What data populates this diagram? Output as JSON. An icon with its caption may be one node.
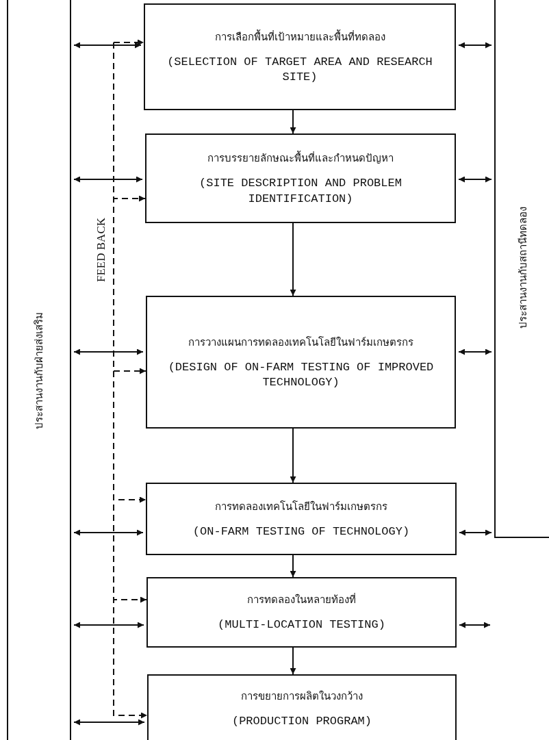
{
  "diagram": {
    "nodes": [
      {
        "text": [
          "ประสานงานกับฝ่ายส่งเสริม"
        ]
      },
      {
        "text": [
          "การเลือกพื้นที่เป้าหมายและพื้นที่ทดลอง",
          "(SELECTION OF TARGET AREA AND RESEARCH SITE)"
        ]
      },
      {
        "text": [
          "การบรรยายลักษณะพื้นที่และกำหนดปัญหา",
          "(SITE DESCRIPTION AND PROBLEM IDENTIFICATION)"
        ]
      },
      {
        "text": [
          "การวางแผนการทดลองเทคโนโลยีในฟาร์มเกษตรกร",
          "(DESIGN OF ON-FARM TESTING OF IMPROVED TECHNOLOGY)"
        ]
      },
      {
        "text": [
          "การทดลองเทคโนโลยีในฟาร์มเกษตรกร",
          "(ON-FARM TESTING OF TECHNOLOGY)"
        ]
      },
      {
        "text": [
          "การทดลองในหลายท้องที่",
          "(MULTI-LOCATION TESTING)"
        ]
      },
      {
        "text": [
          "การขยายการผลิตในวงกว้าง",
          "(PRODUCTION PROGRAM)"
        ]
      },
      {
        "text": [
          "ประสานงานกับสถานีทดลอง"
        ]
      }
    ],
    "edges": [
      {
        "from": 1,
        "to": 2,
        "arrow": "to"
      },
      {
        "from": 2,
        "to": 3,
        "arrow": "to"
      },
      {
        "from": 3,
        "to": 4,
        "arrow": "to"
      },
      {
        "from": 4,
        "to": 5,
        "arrow": "to"
      },
      {
        "from": 5,
        "to": 6,
        "arrow": "to"
      },
      {
        "from": 0,
        "to": 1,
        "arrow": "both"
      },
      {
        "from": 0,
        "to": 2,
        "arrow": "both"
      },
      {
        "from": 0,
        "to": 3,
        "arrow": "both"
      },
      {
        "from": 0,
        "to": 4,
        "arrow": "both"
      },
      {
        "from": 0,
        "to": 5,
        "arrow": "both"
      },
      {
        "from": 0,
        "to": 6,
        "arrow": "both"
      },
      {
        "from": 1,
        "to": 7,
        "arrow": "both"
      },
      {
        "from": 2,
        "to": 7,
        "arrow": "both"
      },
      {
        "from": 3,
        "to": 7,
        "arrow": "both"
      },
      {
        "from": 4,
        "to": 7,
        "arrow": "both"
      },
      {
        "from": 5,
        "to": null,
        "arrow": "both"
      },
      {
        "from": null,
        "to": 1,
        "arrow": "to",
        "style": "dashed"
      },
      {
        "from": null,
        "to": 2,
        "arrow": "to",
        "style": "dashed"
      },
      {
        "from": null,
        "to": 3,
        "arrow": "to",
        "style": "dashed"
      },
      {
        "from": null,
        "to": 4,
        "arrow": "to",
        "style": "dashed"
      },
      {
        "from": null,
        "to": 5,
        "arrow": "to",
        "style": "dashed"
      },
      {
        "from": null,
        "to": 6,
        "arrow": "to",
        "style": "dashed"
      }
    ],
    "labels": [
      "FEED BACK"
    ]
  }
}
